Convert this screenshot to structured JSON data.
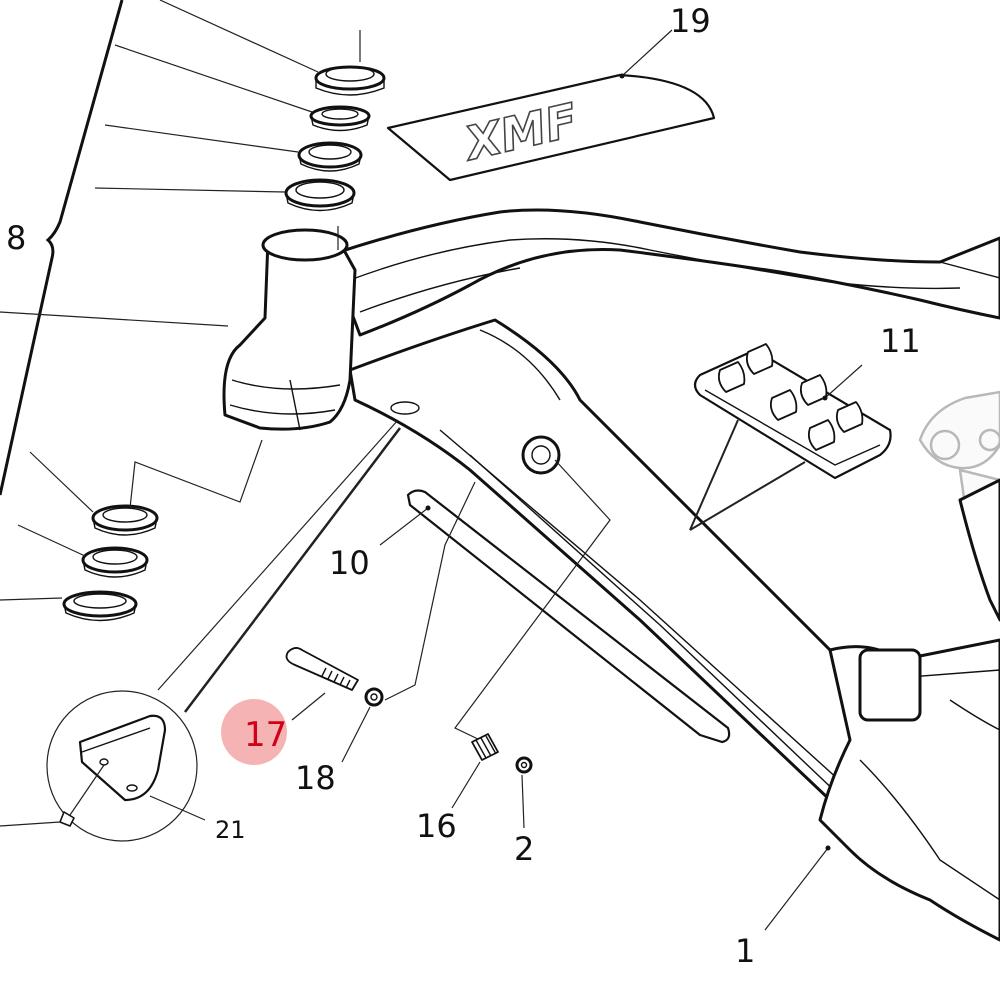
{
  "diagram": {
    "brand_decal": "XMF",
    "colors": {
      "line": "#111111",
      "highlight_fill": "#f4a6a6",
      "highlight_text": "#d0021b",
      "ghost_line": "#b8b8b8"
    },
    "callouts": {
      "c1": "1",
      "c2": "2",
      "c8": "8",
      "c10": "10",
      "c11": "11",
      "c16": "16",
      "c17": "17",
      "c18": "18",
      "c19": "19",
      "c21": "21"
    },
    "highlighted_callout": "17"
  }
}
